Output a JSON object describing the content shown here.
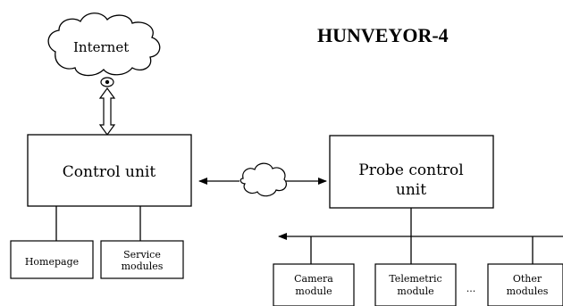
{
  "diagram": {
    "title": "HUNVEYOR-4",
    "internet_label": "Internet",
    "control_unit_label": "Control unit",
    "probe_control_unit_label_line1": "Probe control",
    "probe_control_unit_label_line2": "unit",
    "homepage_label": "Homepage",
    "service_modules_line1": "Service",
    "service_modules_line2": "modules",
    "camera_module_line1": "Camera",
    "camera_module_line2": "module",
    "telemetric_module_line1": "Telemetric",
    "telemetric_module_line2": "module",
    "ellipsis_label": "...",
    "other_modules_line1": "Other",
    "other_modules_line2": "modules"
  }
}
